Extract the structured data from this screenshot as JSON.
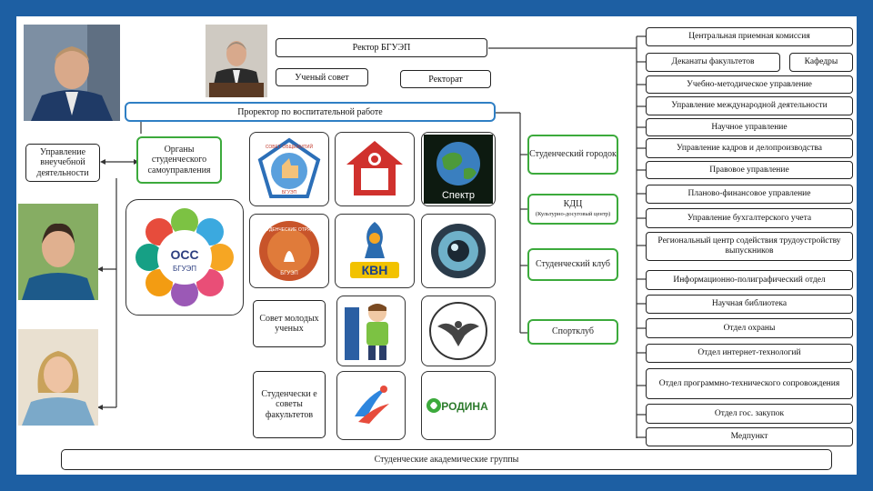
{
  "top": {
    "rector": "Ректор  БГУЭП",
    "council": "Ученый совет",
    "rectorate": "Ректорат",
    "prorector": "Проректор по воспитательной работе"
  },
  "right_column": [
    "Центральная приемная комиссия",
    "Деканаты факультетов",
    "Кафедры",
    "Учебно-методическое управление",
    "Управление международной деятельности",
    "Научное управление",
    "Управление кадров и делопроизводства",
    "Правовое управление",
    "Планово-финансовое управление",
    "Управление бухгалтерского учета",
    "Региональный центр содействия трудоустройству выпускников",
    "Информационно-полиграфический отдел",
    "Научная библиотека",
    "Отдел охраны",
    "Отдел интернет-технологий",
    "Отдел программно-технического сопровождения",
    "Отдел гос. закупок",
    "Медпункт"
  ],
  "middle_column": {
    "campus": "Студенческий городок",
    "kdc": "КДЦ",
    "kdc_sub": "(Культурно-досуговый центр)",
    "club": "Студенческий клуб",
    "sport": "Спортклуб"
  },
  "left": {
    "extracurricular": "Управление внеучебной деятельности",
    "self_gov": "Органы студенческого самоуправления",
    "young_scientists": "Совет молодых ученых",
    "faculty_councils": "Студенчески е советы факультетов",
    "groups": "Студенческие академические группы"
  },
  "logos": {
    "oss": "ОСС",
    "oss_sub": "БГУЭП",
    "spectr": "Спектр",
    "kvn": "КВН",
    "rodina": "РОДИНА",
    "soviet": "СОВЕТ ОБЩЕЖИТИЙ",
    "bguep": "БГУЭП",
    "stud_otr": "СТУДЕНЧЕСКИЕ ОТРЯДЫ"
  },
  "colors": {
    "frame": "#1d5fa3",
    "accent_blue": "#2f7fc4",
    "accent_green": "#3caa3c"
  }
}
